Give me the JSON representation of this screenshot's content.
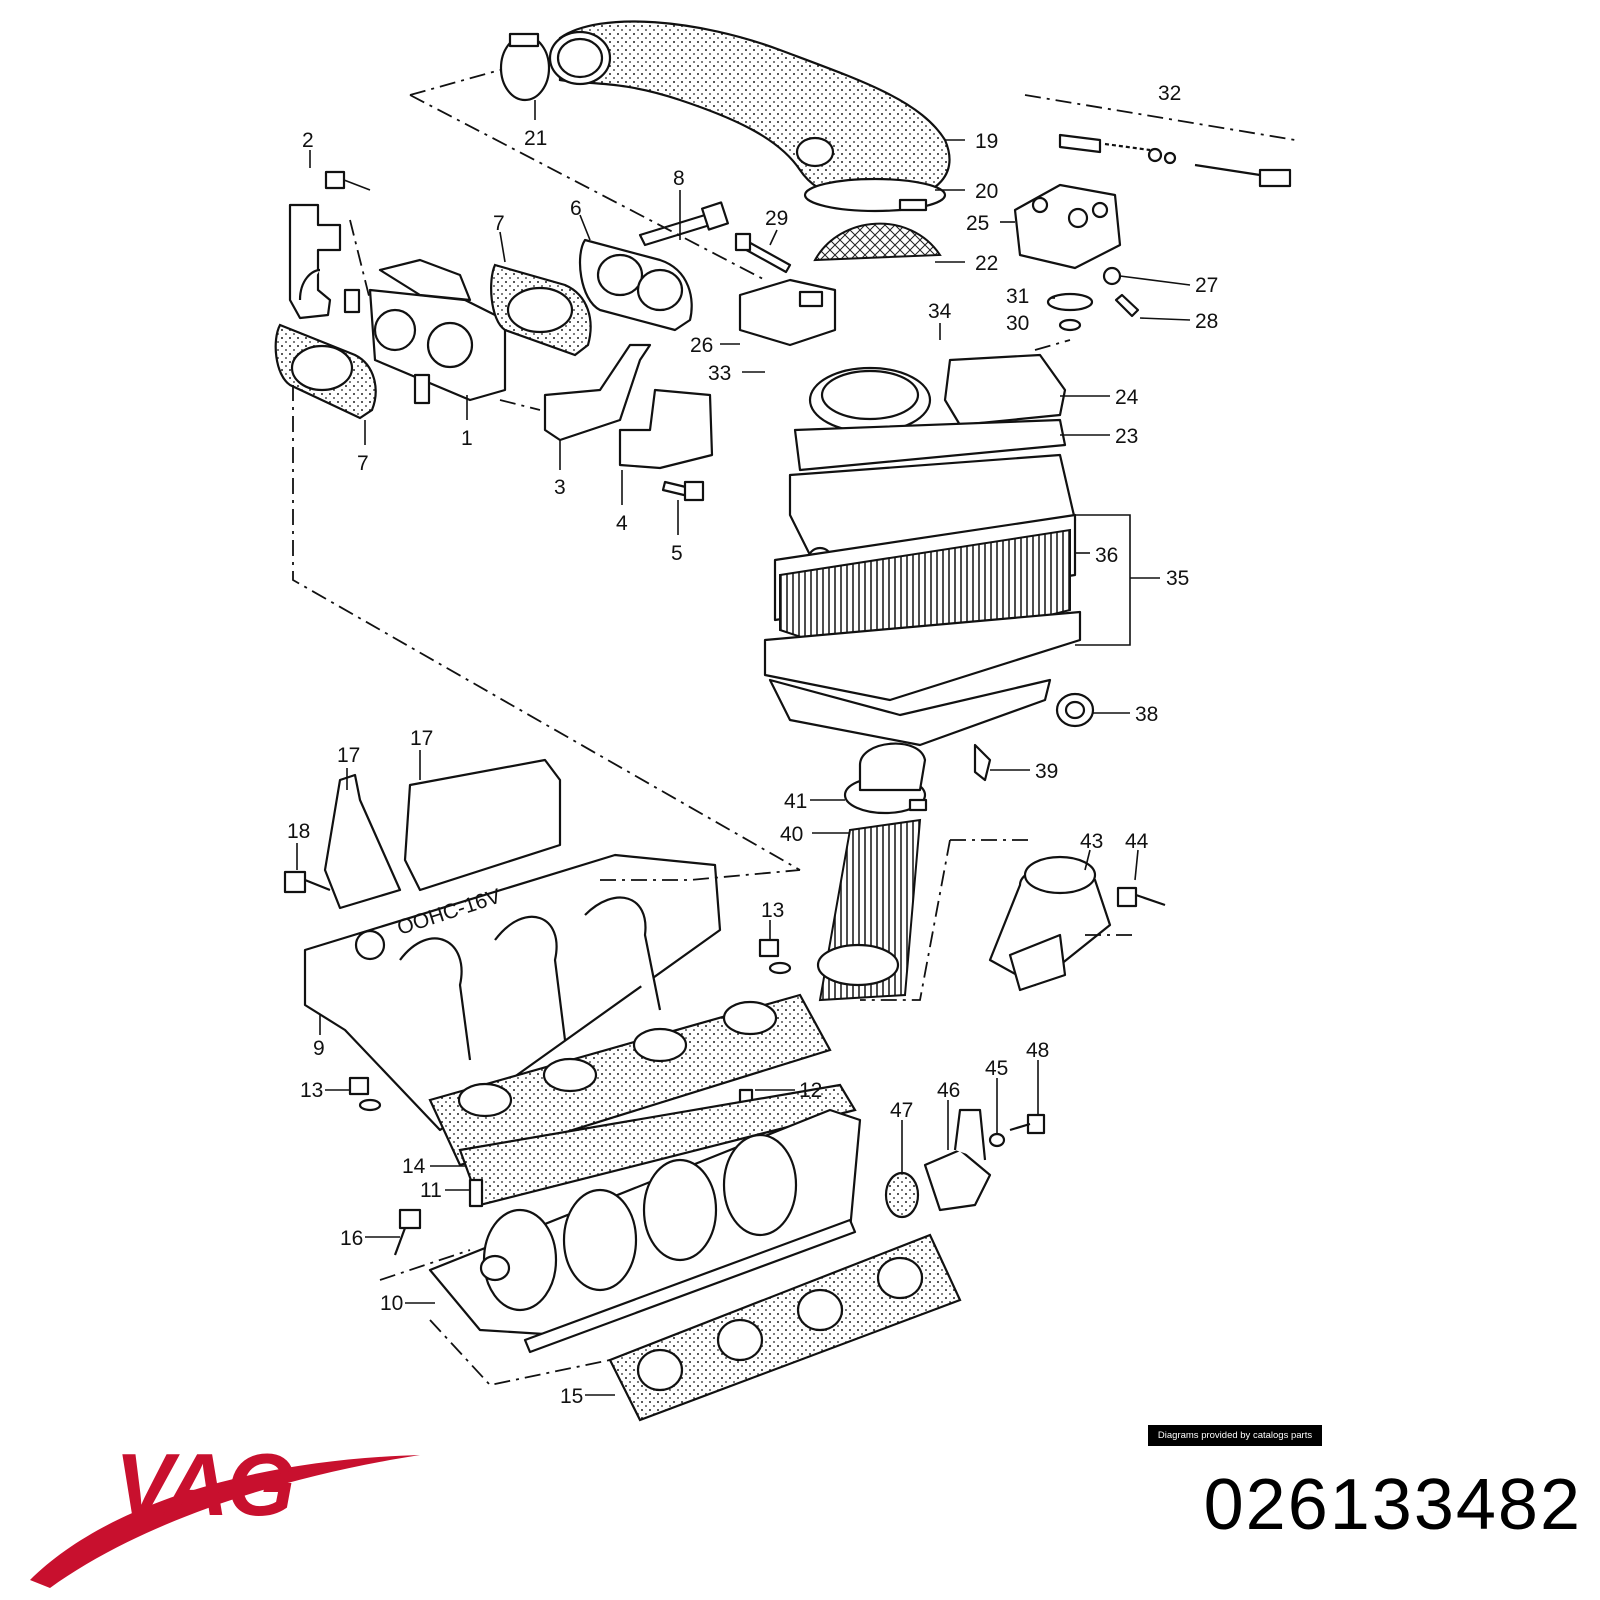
{
  "diagram": {
    "callouts": [
      "1",
      "2",
      "3",
      "4",
      "5",
      "6",
      "7",
      "7",
      "8",
      "9",
      "10",
      "11",
      "12",
      "13",
      "13",
      "14",
      "15",
      "16",
      "17",
      "17",
      "18",
      "19",
      "20",
      "21",
      "22",
      "23",
      "24",
      "25",
      "26",
      "27",
      "28",
      "29",
      "30",
      "31",
      "32",
      "33",
      "34",
      "35",
      "36",
      "38",
      "39",
      "40",
      "41",
      "43",
      "44",
      "45",
      "46",
      "47",
      "48"
    ],
    "manifold_lettering": "OOHC-16V"
  },
  "footer": {
    "credit": "Diagrams provided by catalogs parts",
    "brand": "VAG",
    "part_number": "026133482",
    "brand_color": "#c8102e"
  }
}
